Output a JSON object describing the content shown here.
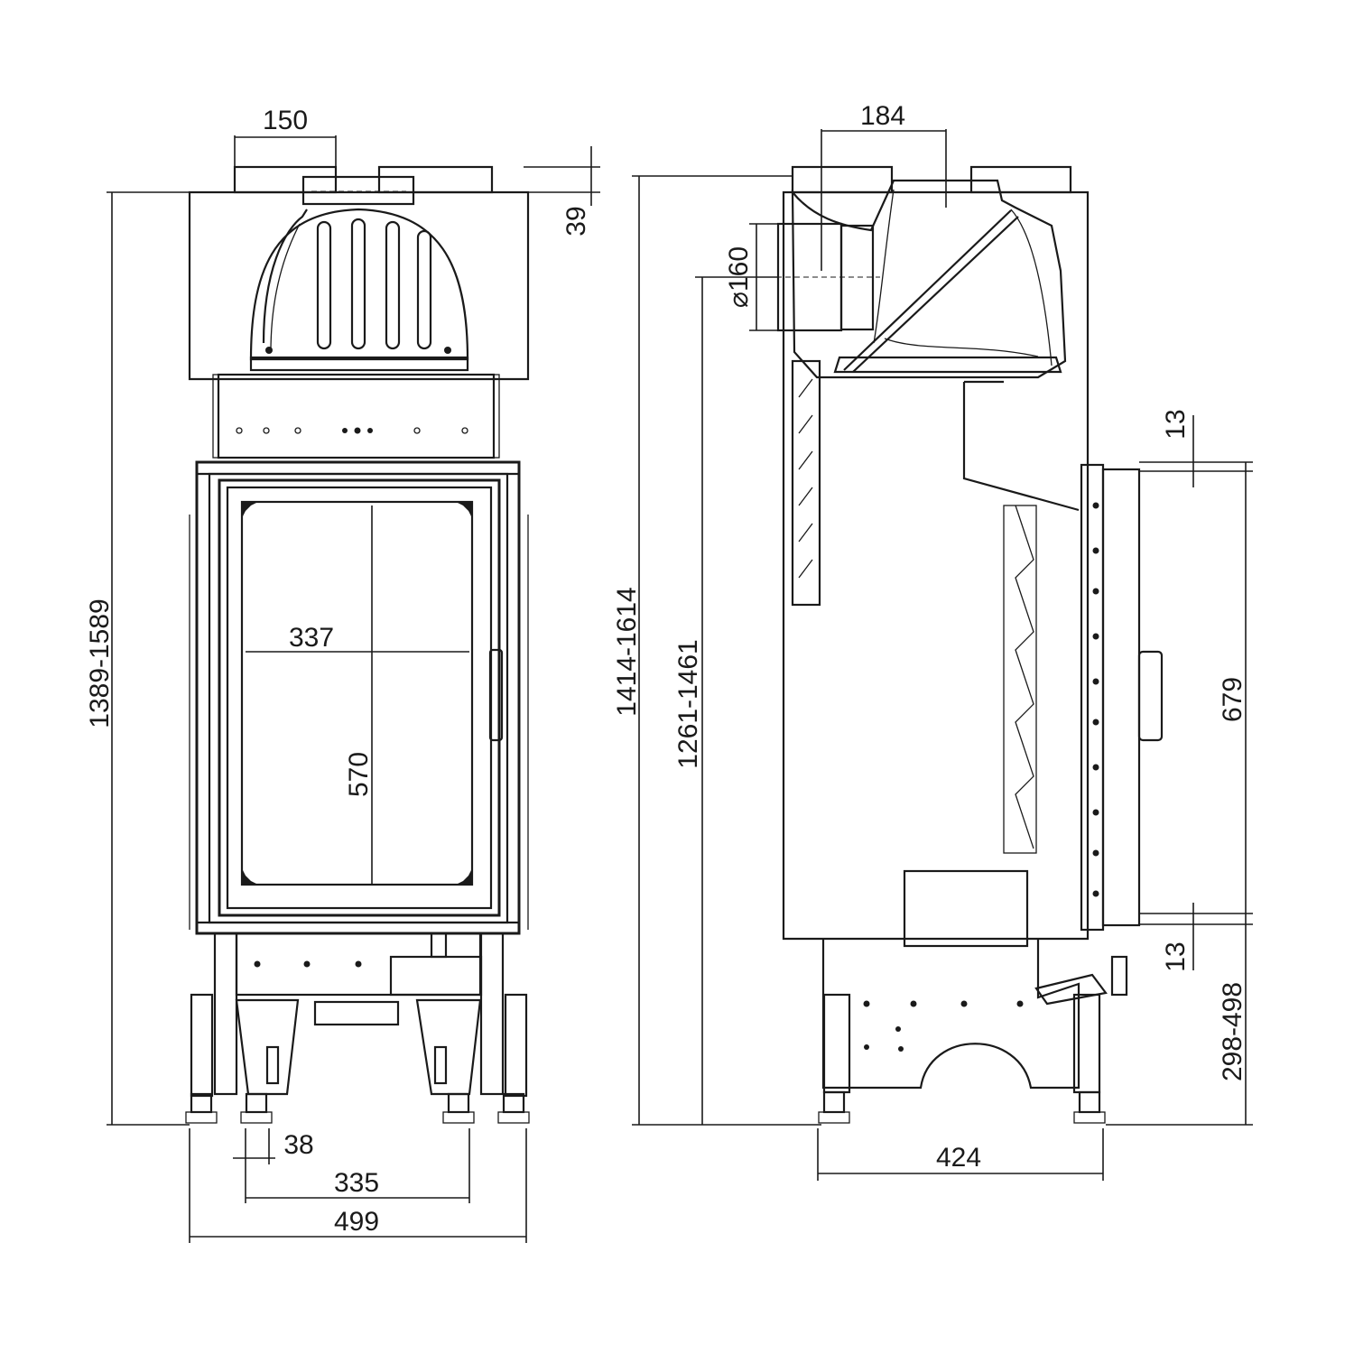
{
  "drawing": {
    "front_view": {
      "dim_outlet_width": "150",
      "dim_top_offset": "39",
      "dim_total_height": "1389-1589",
      "dim_glass_width": "337",
      "dim_glass_height": "570",
      "dim_foot_offset": "38",
      "dim_foot_spacing": "335",
      "dim_total_width": "499"
    },
    "side_view": {
      "dim_outlet_offset": "184",
      "dim_flue_diameter": "⌀160",
      "dim_total_height": "1414-1614",
      "dim_flue_height": "1261-1461",
      "dim_door_top_gap": "13",
      "dim_door_height": "679",
      "dim_door_bottom_gap": "13",
      "dim_leg_height": "298-498",
      "dim_depth": "424"
    }
  }
}
